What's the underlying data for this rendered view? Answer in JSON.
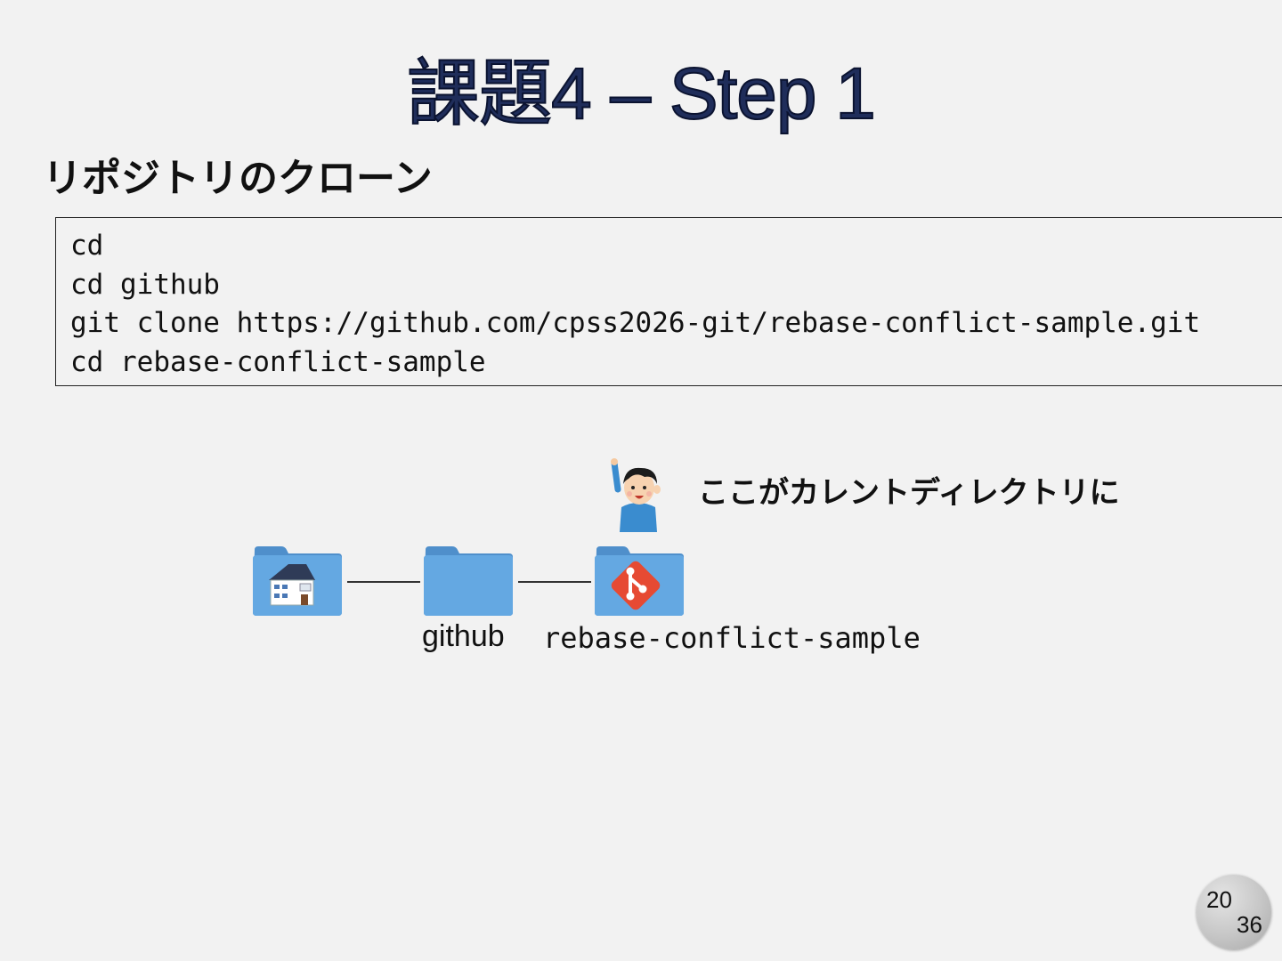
{
  "slide": {
    "title": "課題4 – Step 1",
    "subtitle": "リポジトリのクローン",
    "code_lines": [
      "cd",
      "cd github",
      "git clone https://github.com/cpss2026-git/rebase-conflict-sample.git",
      "cd rebase-conflict-sample"
    ],
    "note": "ここがカレントディレクトリに",
    "folders": [
      {
        "icon": "home-folder-icon",
        "label": ""
      },
      {
        "icon": "folder-icon",
        "label": "github"
      },
      {
        "icon": "git-folder-icon",
        "label": "rebase-conflict-sample"
      }
    ],
    "page": {
      "current": "20",
      "total": "36"
    }
  },
  "colors": {
    "title": "#1f2d5a",
    "folder": "#5b9bd5",
    "git": "#e64a33",
    "background": "#f2f2f2"
  }
}
